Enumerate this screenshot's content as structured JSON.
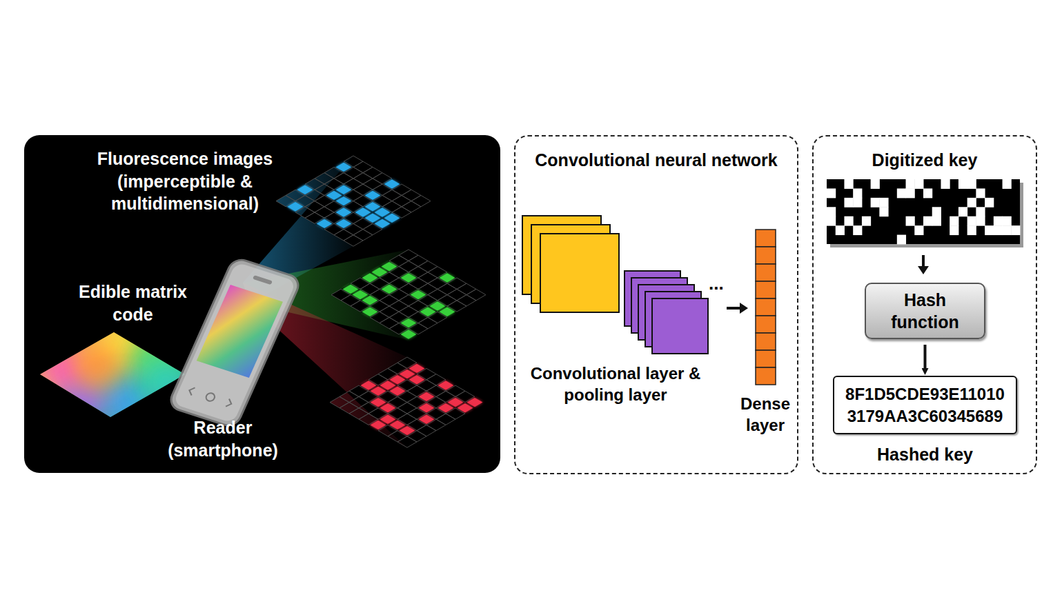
{
  "diagram": {
    "nodes": [
      {
        "text": [
          "Fluorescence images (imperceptible & multidimensional)",
          "Edible matrix code",
          "Reader (smartphone)"
        ]
      },
      {
        "text": [
          "Convolutional neural network",
          "Convolutional layer & pooling layer",
          "Dense layer"
        ]
      },
      {
        "text": [
          "Digitized key"
        ]
      },
      {
        "text": [
          "Hash function"
        ],
        "in": 2
      },
      {
        "text": [
          "8F1D5CDE93E11010 3179AA3C60345689",
          "Hashed key"
        ],
        "in": 2
      }
    ],
    "edges": [
      {
        "from": 3,
        "to": 4,
        "arrow": "to"
      }
    ],
    "labels": [
      "..."
    ]
  }
}
